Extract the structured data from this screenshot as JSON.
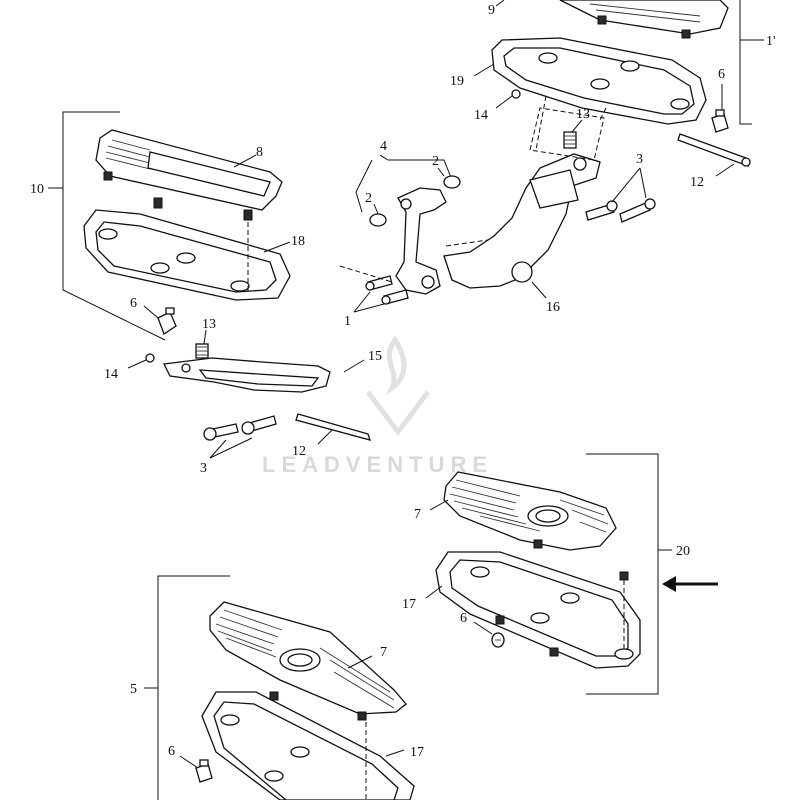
{
  "callouts": {
    "c1": "1",
    "c1_prime": "1'",
    "c2a": "2",
    "c2b": "2",
    "c3a": "3",
    "c3b": "3",
    "c4": "4",
    "c5": "5",
    "c6a": "6",
    "c6b": "6",
    "c6c": "6",
    "c6d": "6",
    "c7a": "7",
    "c7b": "7",
    "c8": "8",
    "c9": "9",
    "c10": "10",
    "c12a": "12",
    "c12b": "12",
    "c13a": "13",
    "c13b": "13",
    "c14a": "14",
    "c14b": "14",
    "c15": "15",
    "c16": "16",
    "c17a": "17",
    "c17b": "17",
    "c18": "18",
    "c19": "19",
    "c20": "20"
  },
  "watermark": {
    "text": "LEADVENTURE"
  },
  "colors": {
    "line": "#111111",
    "watermark": "#d9d9d9",
    "background": "#ffffff"
  }
}
